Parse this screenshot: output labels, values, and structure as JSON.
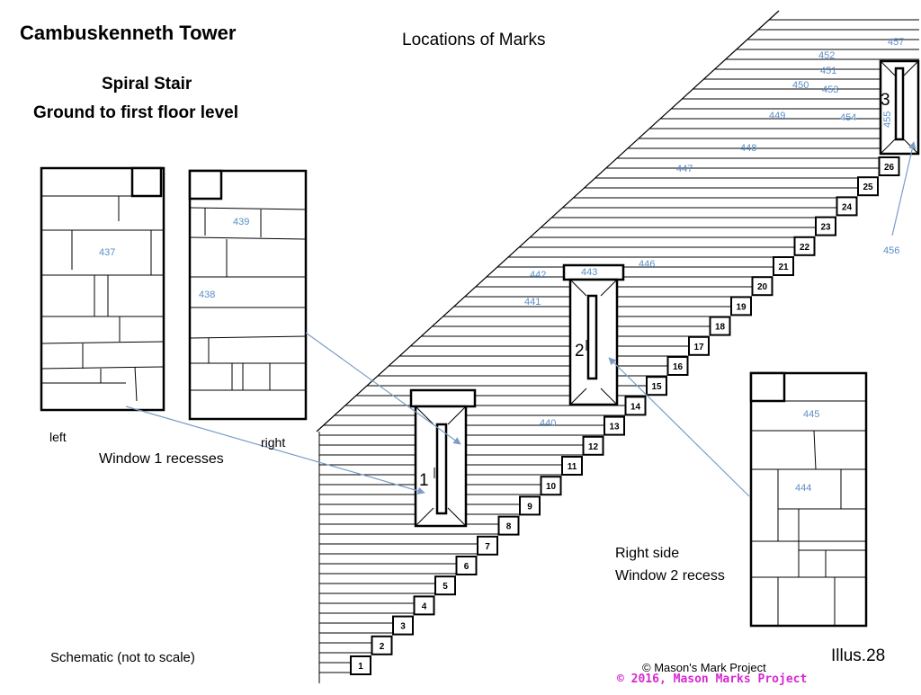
{
  "title": "Cambuskenneth Tower",
  "subtitle_line1": "Spiral Stair",
  "subtitle_line2": "Ground to first floor level",
  "heading": "Locations of Marks",
  "labels": {
    "left": "left",
    "right": "right",
    "window1_recesses": "Window 1 recesses",
    "right_side": "Right side",
    "window2_recess": "Window 2 recess",
    "schematic": "Schematic (not to scale)",
    "illus": "Illus.28",
    "copyright_black": "© Mason's Mark Project",
    "copyright_pink": "© 2016, Mason Marks Project"
  },
  "steps": [
    "1",
    "2",
    "3",
    "4",
    "5",
    "6",
    "7",
    "8",
    "9",
    "10",
    "11",
    "12",
    "13",
    "14",
    "15",
    "16",
    "17",
    "18",
    "19",
    "20",
    "21",
    "22",
    "23",
    "24",
    "25",
    "26"
  ],
  "windows": [
    "1",
    "2",
    "3"
  ],
  "marks": {
    "m437": "437",
    "m438": "438",
    "m439": "439",
    "m440": "440",
    "m441": "441",
    "m442": "442",
    "m443": "443",
    "m444": "444",
    "m445": "445",
    "m446": "446",
    "m447": "447",
    "m448": "448",
    "m449": "449",
    "m450": "450",
    "m451": "451",
    "m452": "452",
    "m453": "453",
    "m454": "454",
    "m455": "455",
    "m456": "456",
    "m457": "457"
  },
  "colors": {
    "mark_text": "#5b8ec7",
    "arrow": "#7a9cc6",
    "outline": "#000000",
    "pink": "#d629d0"
  }
}
